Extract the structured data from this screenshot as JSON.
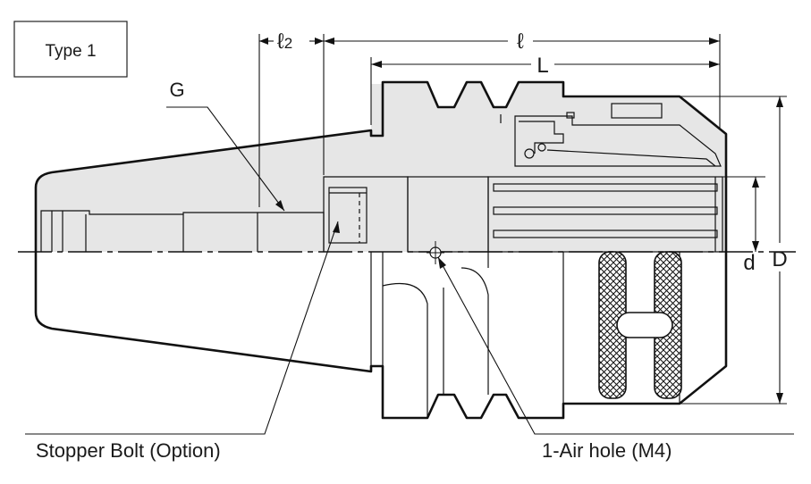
{
  "type_label": "Type 1",
  "dimensions": {
    "l2": "ℓ",
    "l2_sub": "2",
    "l": "ℓ",
    "L": "L",
    "d": "d",
    "D": "D"
  },
  "callouts": {
    "G": "G",
    "stopper_bolt": "Stopper Bolt (Option)",
    "air_hole": "1-Air hole (M4)"
  },
  "colors": {
    "section_fill": "#e6e6e6",
    "outline": "#111111"
  }
}
